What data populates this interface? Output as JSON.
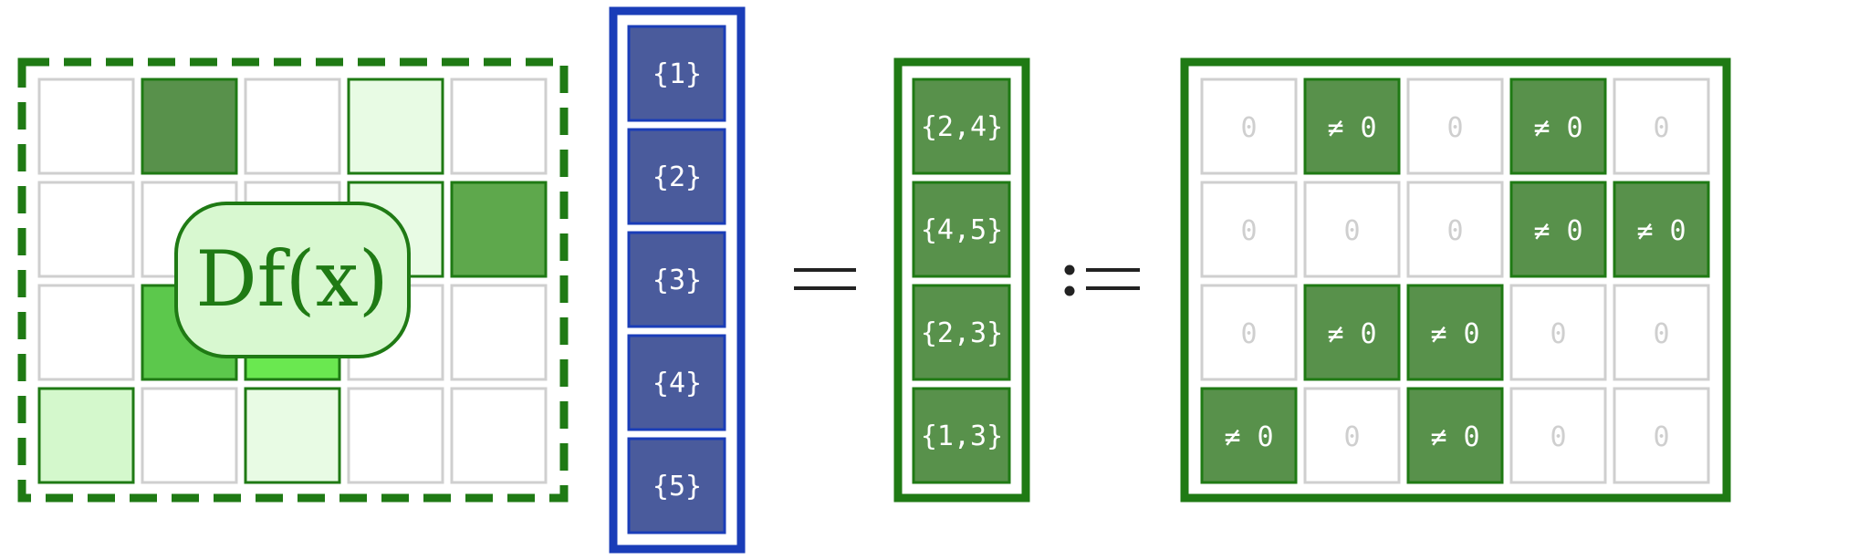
{
  "jacobian": {
    "label": "Df(x)",
    "grid": [
      [
        "empty",
        "dark",
        "empty",
        "pale",
        "empty"
      ],
      [
        "empty",
        "empty",
        "empty",
        "pale",
        "mid"
      ],
      [
        "empty",
        "bright",
        "lime",
        "empty",
        "empty"
      ],
      [
        "light",
        "empty",
        "pale",
        "empty",
        "empty"
      ]
    ]
  },
  "seeds": [
    {
      "label": "{1}"
    },
    {
      "label": "{2}"
    },
    {
      "label": "{3}"
    },
    {
      "label": "{4}"
    },
    {
      "label": "{5}"
    }
  ],
  "equals_symbol": "=",
  "compressed": [
    {
      "label": "{2,4}"
    },
    {
      "label": "{4,5}"
    },
    {
      "label": "{2,3}"
    },
    {
      "label": "{1,3}"
    }
  ],
  "define_symbol": ":=",
  "pattern": {
    "zero_label": "0",
    "nonzero_label": "≠ 0",
    "rows": [
      [
        false,
        true,
        false,
        true,
        false
      ],
      [
        false,
        false,
        false,
        true,
        true
      ],
      [
        false,
        true,
        true,
        false,
        false
      ],
      [
        true,
        false,
        true,
        false,
        false
      ]
    ]
  },
  "colors": {
    "green_border": "#1f7a14",
    "grid_border": "#cfcfcf",
    "blue_border": "#1a3db8",
    "blue_fill": "#4a5b9c",
    "dark_green": "#58914b",
    "mid_green": "#5ea84c",
    "bright_green": "#5cc84c",
    "lime_green": "#6ae850",
    "light_green": "#d4f8cc",
    "pale_green": "#e8fbe4",
    "label_bg": "#d8f8d0",
    "zero_text": "#cfcfcf"
  }
}
